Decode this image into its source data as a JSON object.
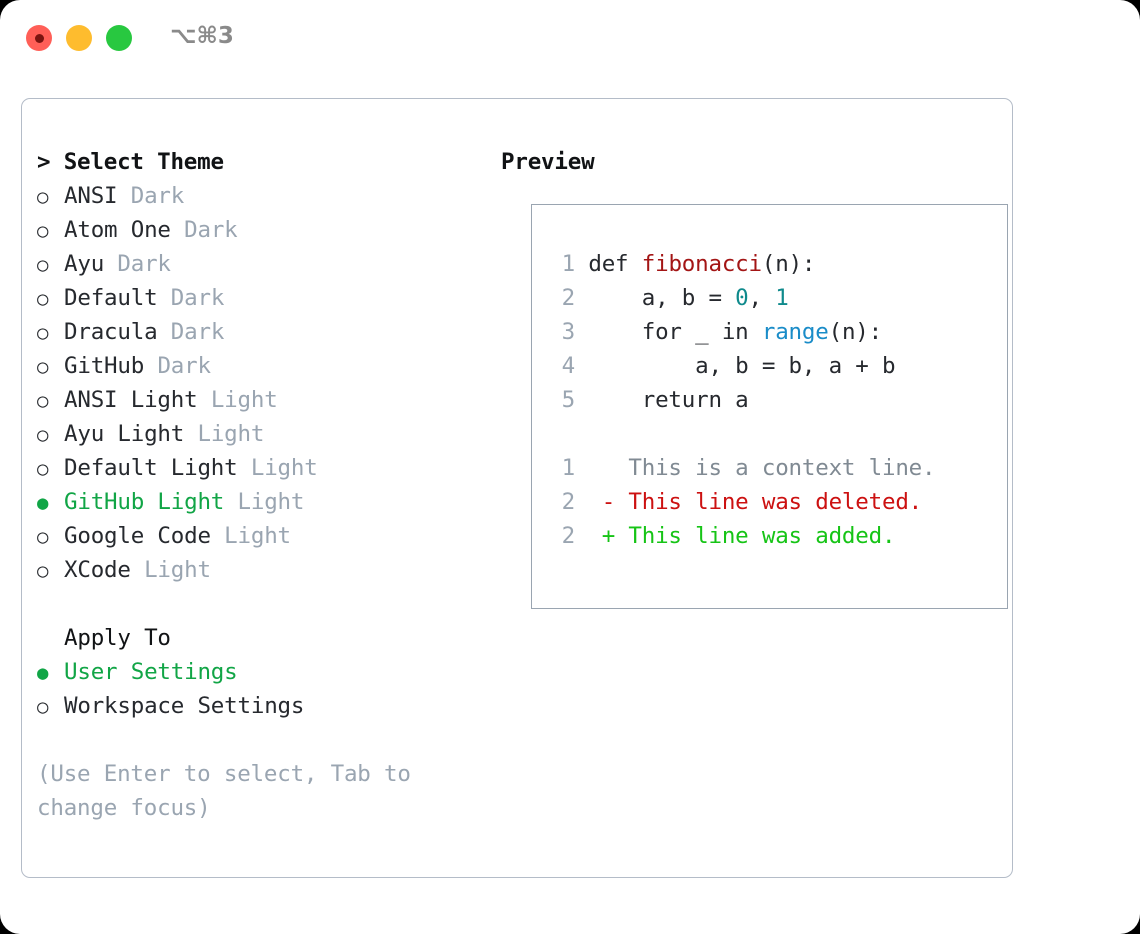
{
  "titlebar": {
    "shortcut": "⌥⌘3",
    "buttons": [
      {
        "name": "close",
        "color": "#ff5f57"
      },
      {
        "name": "minimize",
        "color": "#febc2e"
      },
      {
        "name": "maximize",
        "color": "#28c840"
      }
    ]
  },
  "theme_picker": {
    "heading": "> Select Theme",
    "items": [
      {
        "marker": "○",
        "name": "ANSI",
        "kind": "Dark",
        "selected": false
      },
      {
        "marker": "○",
        "name": "Atom One",
        "kind": "Dark",
        "selected": false
      },
      {
        "marker": "○",
        "name": "Ayu",
        "kind": "Dark",
        "selected": false
      },
      {
        "marker": "○",
        "name": "Default",
        "kind": "Dark",
        "selected": false
      },
      {
        "marker": "○",
        "name": "Dracula",
        "kind": "Dark",
        "selected": false
      },
      {
        "marker": "○",
        "name": "GitHub",
        "kind": "Dark",
        "selected": false
      },
      {
        "marker": "○",
        "name": "ANSI Light",
        "kind": "Light",
        "selected": false
      },
      {
        "marker": "○",
        "name": "Ayu Light",
        "kind": "Light",
        "selected": false
      },
      {
        "marker": "○",
        "name": "Default Light",
        "kind": "Light",
        "selected": false
      },
      {
        "marker": "●",
        "name": "GitHub Light",
        "kind": "Light",
        "selected": true
      },
      {
        "marker": "○",
        "name": "Google Code",
        "kind": "Light",
        "selected": false
      },
      {
        "marker": "○",
        "name": "XCode",
        "kind": "Light",
        "selected": false
      }
    ]
  },
  "apply_to": {
    "label": "Apply To",
    "items": [
      {
        "marker": "●",
        "name": "User Settings",
        "selected": true
      },
      {
        "marker": "○",
        "name": "Workspace Settings",
        "selected": false
      }
    ]
  },
  "hint": "(Use Enter to select, Tab to change focus)",
  "preview": {
    "title": "Preview",
    "code_lines": [
      {
        "num": "1",
        "tokens": [
          {
            "t": "def ",
            "c": "tok-plain"
          },
          {
            "t": "fibonacci",
            "c": "tok-fn"
          },
          {
            "t": "(n):",
            "c": "tok-plain"
          }
        ]
      },
      {
        "num": "2",
        "tokens": [
          {
            "t": "    a, b = ",
            "c": "tok-plain"
          },
          {
            "t": "0",
            "c": "tok-num"
          },
          {
            "t": ", ",
            "c": "tok-plain"
          },
          {
            "t": "1",
            "c": "tok-num"
          }
        ]
      },
      {
        "num": "3",
        "tokens": [
          {
            "t": "    for _ in ",
            "c": "tok-plain"
          },
          {
            "t": "range",
            "c": "tok-call"
          },
          {
            "t": "(n):",
            "c": "tok-plain"
          }
        ]
      },
      {
        "num": "4",
        "tokens": [
          {
            "t": "        a, b = b, a + b",
            "c": "tok-plain"
          }
        ]
      },
      {
        "num": "5",
        "tokens": [
          {
            "t": "    return a",
            "c": "tok-plain"
          }
        ]
      }
    ],
    "diff_lines": [
      {
        "num": "1",
        "text": "  This is a context line.",
        "cls": "d-ctx"
      },
      {
        "num": "2",
        "text": "- This line was deleted.",
        "cls": "d-del"
      },
      {
        "num": "2",
        "text": "+ This line was added.",
        "cls": "d-add"
      }
    ]
  },
  "colors": {
    "accent_green": "#11a546",
    "muted": "#9aa5b1",
    "text": "#26292e",
    "fn_red": "#a31515",
    "num_teal": "#0f8a8c",
    "call_blue": "#1a8cc8",
    "diff_del": "#cc1111",
    "diff_add": "#16c416",
    "border": "#b4bcc8"
  }
}
